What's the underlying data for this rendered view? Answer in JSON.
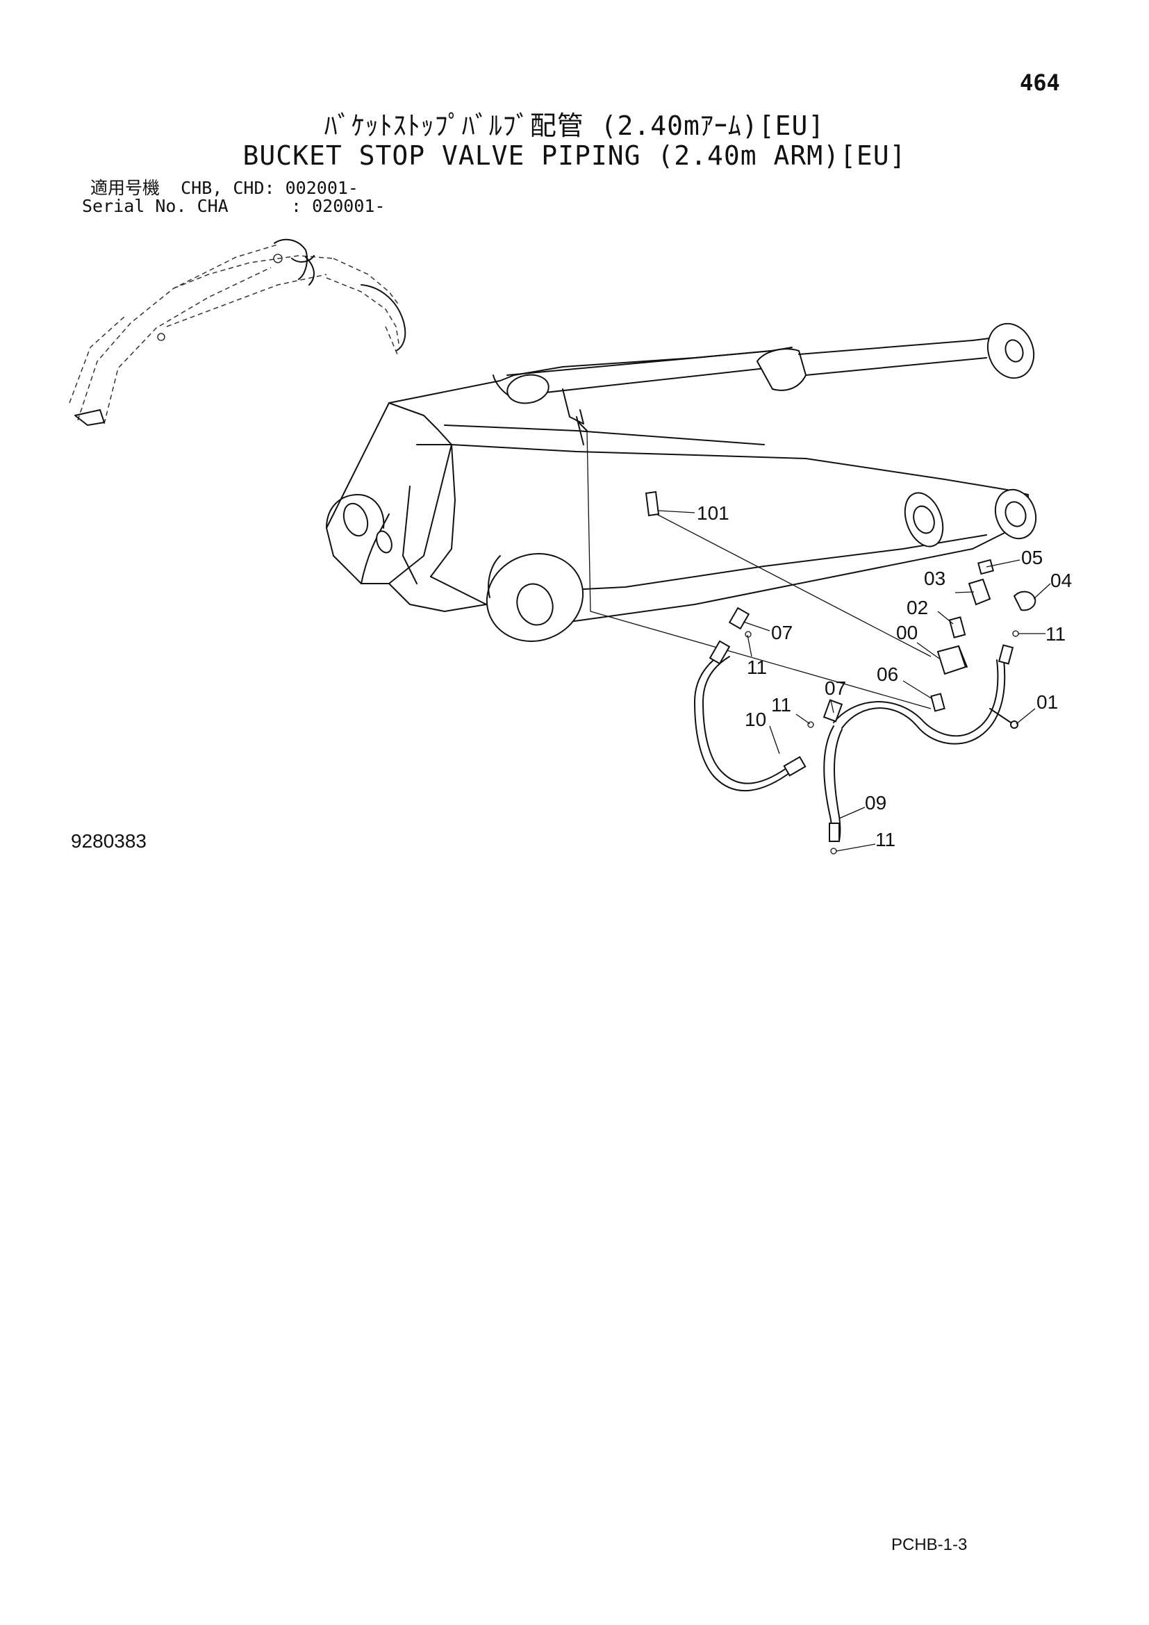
{
  "page_number": "464",
  "title_jp": "ﾊﾞｹｯﾄｽﾄｯﾌﾟﾊﾞﾙﾌﾞ配管 (2.40mｱｰﾑ)[EU]",
  "title_en": "BUCKET STOP VALVE PIPING (2.40m ARM)[EU]",
  "applicability": {
    "line1": "適用号機  CHB, CHD: 002001-",
    "line2": "Serial No. CHA      : 020001-"
  },
  "parts": {
    "p101": "101",
    "p05": "05",
    "p03": "03",
    "p04": "04",
    "p02": "02",
    "p07a": "07",
    "p11a": "11",
    "p00": "00",
    "p11b": "11",
    "p06": "06",
    "p07b": "07",
    "p11c": "11",
    "p10": "10",
    "p01": "01",
    "p09": "09",
    "p11d": "11"
  },
  "drawing_number": "9280383",
  "footer_code": "PCHB-1-3"
}
